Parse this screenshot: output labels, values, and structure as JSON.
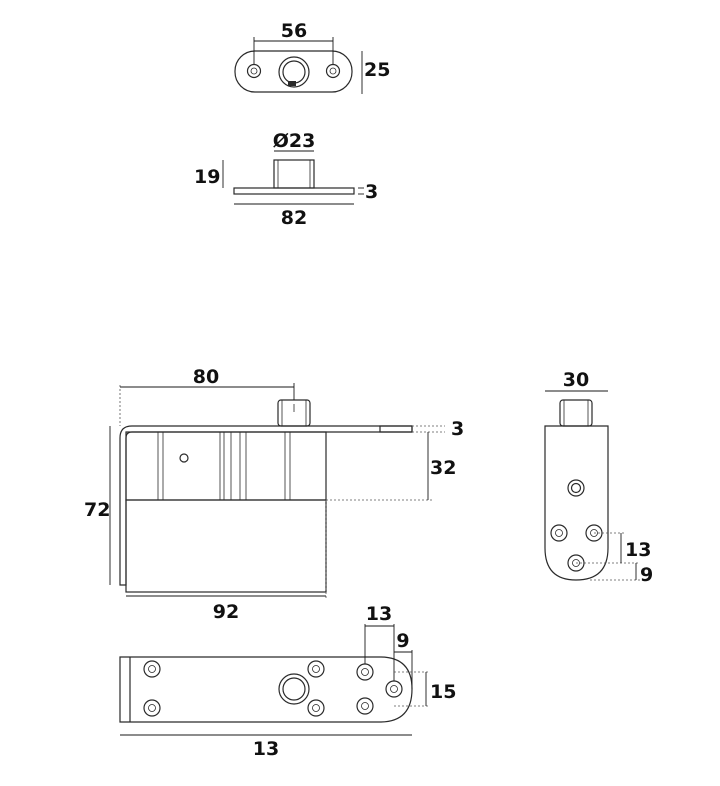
{
  "dimensions": {
    "top_width": "56",
    "top_height": "25",
    "side_diameter": "Ø23",
    "side_height": "19",
    "side_thickness": "3",
    "side_length": "82",
    "front_length": "80",
    "front_thickness": "3",
    "front_body_height": "32",
    "front_total_height": "72",
    "front_bottom_length": "92",
    "end_width": "30",
    "end_hole_spacing": "13",
    "end_hole_offset": "9",
    "plan_hole_spacing_x": "13",
    "plan_hole_offset_x": "9",
    "plan_hole_spacing_y": "15",
    "plan_length": "13"
  }
}
